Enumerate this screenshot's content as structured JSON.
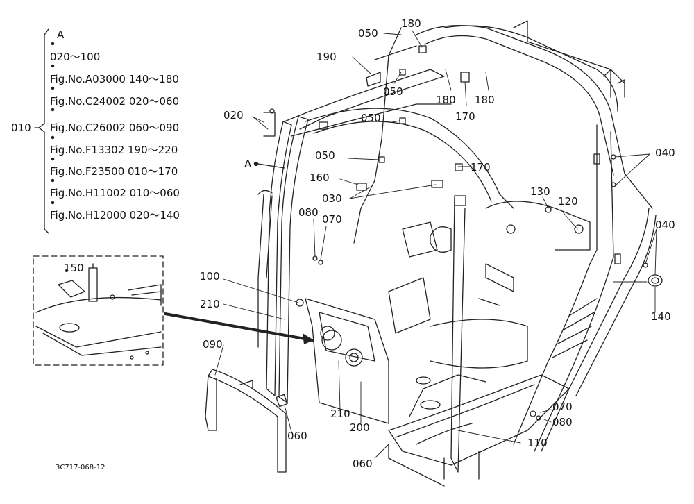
{
  "index": {
    "group_ref": "010",
    "view_ref": "A",
    "rows": [
      "020～100",
      "Fig.No.A03000  140～180",
      "Fig.No.C24002  020～060",
      "Fig.No.C26002  060～090",
      "Fig.No.F13302  190～220",
      "Fig.No.F23500  010～170",
      "Fig.No.H11002  010～060",
      "Fig.No.H12000  020～140"
    ]
  },
  "view_marker": "A",
  "callouts": {
    "p050_a": "050",
    "p180_top": "180",
    "p190": "190",
    "p050_b": "050",
    "p180_l": "180",
    "p180_r": "180",
    "p170_a": "170",
    "p050_c": "050",
    "p020": "020",
    "p050_d": "050",
    "p170_b": "170",
    "p040_a": "040",
    "p160": "160",
    "p030": "030",
    "p130": "130",
    "p120": "120",
    "p080_a": "080",
    "p070_a": "070",
    "p040_b": "040",
    "p150": "150",
    "p100": "100",
    "p210_a": "210",
    "p140": "140",
    "p090": "090",
    "p070_b": "070",
    "p080_b": "080",
    "p210_b": "210",
    "p200": "200",
    "p060_a": "060",
    "p110": "110",
    "p060_b": "060"
  },
  "drawing_code": "3C717-068-12"
}
